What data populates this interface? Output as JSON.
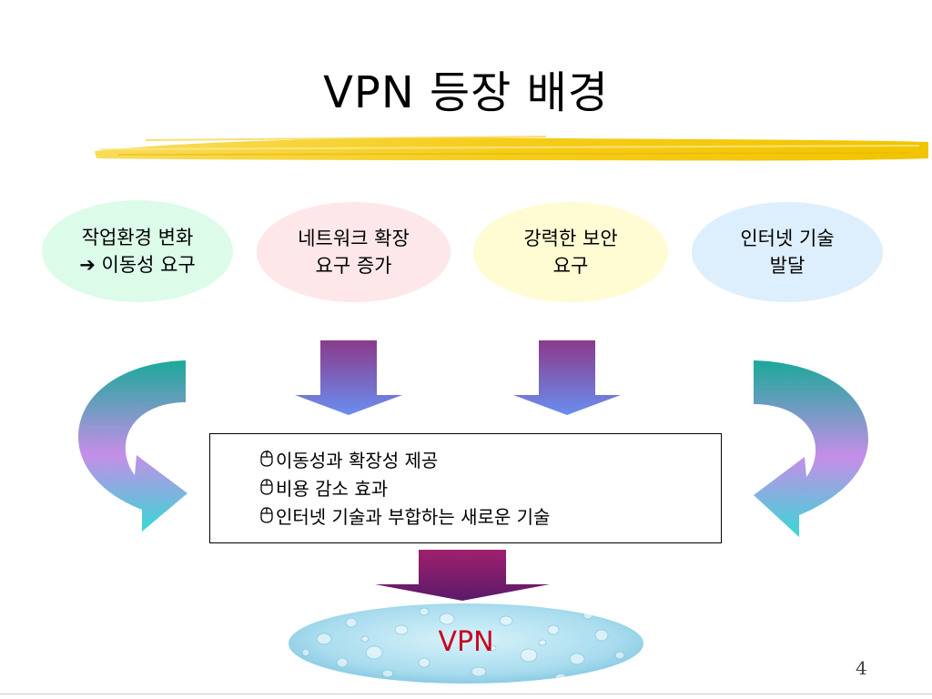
{
  "slide": {
    "title": "VPN 등장 배경",
    "page_number": "4"
  },
  "factors": [
    {
      "line1": "작업환경 변화",
      "arrow": "➔",
      "line2": "이동성 요구",
      "color": "#dcfbe9"
    },
    {
      "line1": "네트워크 확장",
      "line2": "요구 증가",
      "color": "#fde7e8"
    },
    {
      "line1": "강력한 보안",
      "line2": "요구",
      "color": "#fffbd3"
    },
    {
      "line1": "인터넷 기술",
      "line2": "발달",
      "color": "#ddeefc"
    }
  ],
  "summary": {
    "bullet_icon": "mouse-icon",
    "items": [
      "이동성과 확장성 제공",
      "비용 감소 효과",
      "인터넷 기술과 부합하는 새로운 기술"
    ]
  },
  "result": {
    "label": "VPN"
  },
  "colors": {
    "highlight": "#f5cc1a",
    "arrow_top": "#8a3a8a",
    "arrow_bottom": "#6a8ef0",
    "curve_top": "#1aa99a",
    "curve_mid": "#c58ee8",
    "curve_tip": "#38d8d6",
    "result_text": "#c8001e"
  }
}
